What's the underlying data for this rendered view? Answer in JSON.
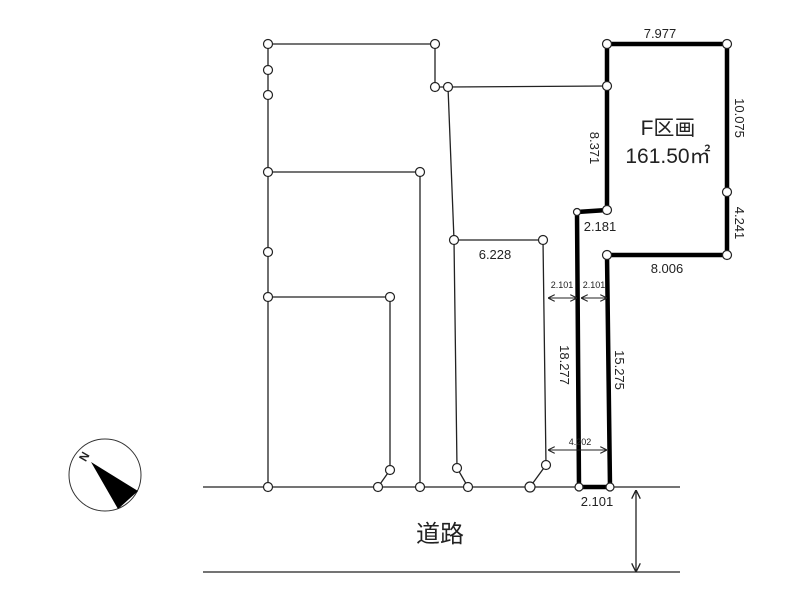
{
  "lot": {
    "name": "F区画",
    "area": "161.50㎡"
  },
  "dimensions": {
    "top": "7.977",
    "right_upper": "10.075",
    "right_lower": "4.241",
    "left_upper": "8.371",
    "step": "2.181",
    "bottom_edge": "8.006",
    "flag_left": "18.277",
    "flag_right": "15.275",
    "frontage": "2.101",
    "neighbor": "6.228",
    "width_left": "2.101",
    "width_right": "2.101",
    "width_total": "4.202"
  },
  "road": {
    "label": "道路"
  },
  "compass": {
    "label": "N"
  }
}
